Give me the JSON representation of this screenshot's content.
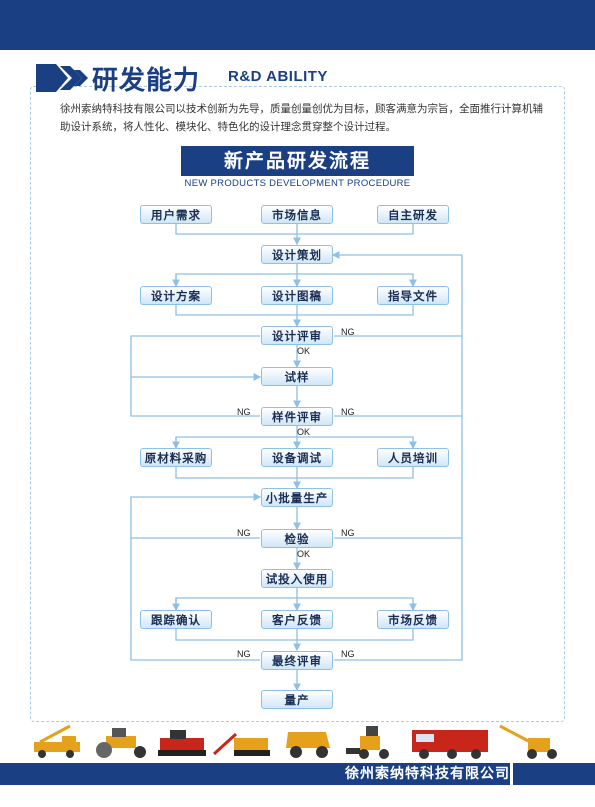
{
  "header": {
    "title_cn": "研发能力",
    "title_en": "R&D ABILITY",
    "intro": "徐州索纳特科技有限公司以技术创新为先导，质量创量创优为目标，顾客满意为宗旨，全面推行计算机辅助设计系统，将人性化、模块化、特色化的设计理念贯穿整个设计过程。"
  },
  "procedure": {
    "title": "新产品研发流程",
    "subtitle": "NEW PRODUCTS DEVELOPMENT PROCEDURE"
  },
  "flow": {
    "user_demand": "用户需求",
    "market_info": "市场信息",
    "self_rd": "自主研发",
    "design_plan": "设计策划",
    "design_scheme": "设计方案",
    "design_drawing": "设计图稿",
    "guide_doc": "指导文件",
    "design_review": "设计评审",
    "trial_sample": "试样",
    "sample_review": "样件评审",
    "raw_purchase": "原材料采购",
    "equip_debug": "设备调试",
    "staff_training": "人员培训",
    "small_batch": "小批量生产",
    "inspection": "检验",
    "trial_use": "试投入使用",
    "track_confirm": "跟踪确认",
    "customer_feedback": "客户反馈",
    "market_feedback": "市场反馈",
    "final_review": "最终评审",
    "mass_production": "量产",
    "ng": "NG",
    "ok": "OK"
  },
  "footer": {
    "company": "徐州索纳特科技有限公司"
  },
  "colors": {
    "brand": "#1a3f82",
    "node_border": "#8fc0e5",
    "connector": "#8fc0e5",
    "frame": "#a9c9e6"
  }
}
